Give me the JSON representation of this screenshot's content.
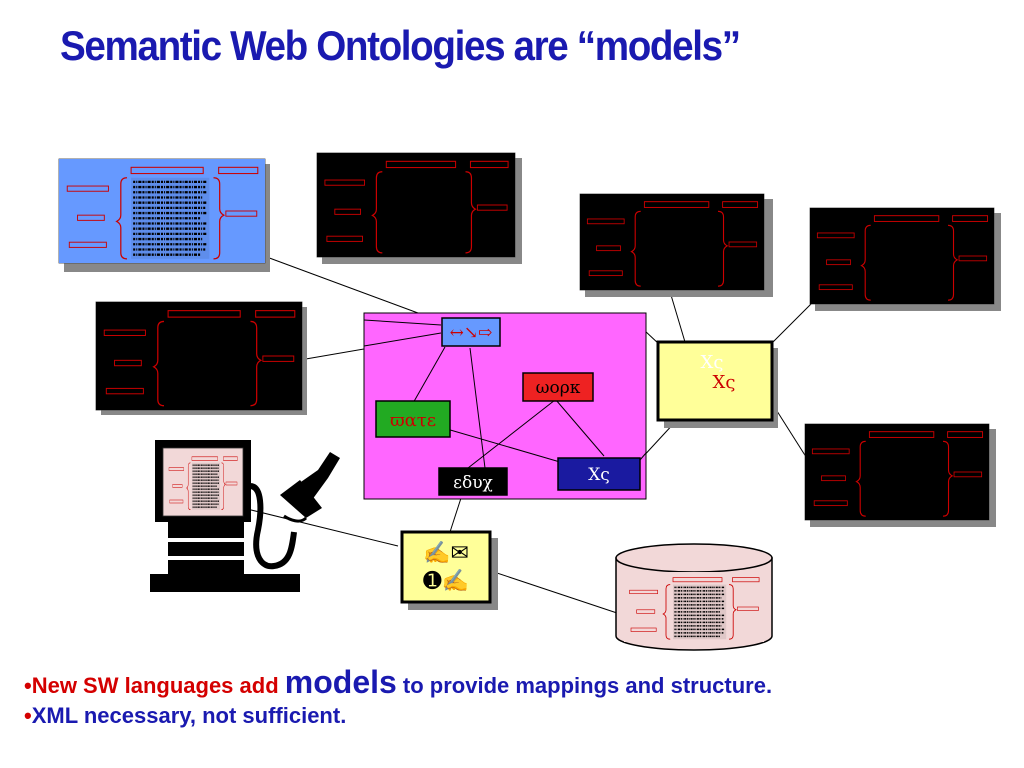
{
  "slide": {
    "title": "Semantic Web Ontologies are “models”",
    "bullets": [
      {
        "marker": "•",
        "before": "New SW languages add",
        "emphasis": "models",
        "after": "to provide mappings and structure."
      },
      {
        "marker": "•",
        "before": "XML necessary, not sufficient.",
        "emphasis": "",
        "after": ""
      }
    ]
  },
  "diagram": {
    "ontology_box": {
      "top_node_glyphs": "↔↘⇨",
      "node_wate": "ϖατε",
      "node_work": "ωορκ",
      "node_educ": "εδυχ",
      "node_xs": "Χς"
    },
    "right_box_labels": [
      "Χς",
      "Χς"
    ],
    "bottom_node_glyphs": [
      "✍✉",
      "➊✍"
    ],
    "colors": {
      "title": "#1a1ab0",
      "ontology_background": "#ff66ff",
      "doc_blue": "#6699ff",
      "doc_red": "#ee2222",
      "doc_yellow": "#ffff99",
      "node_green": "#22aa22",
      "node_red": "#ee2222",
      "node_navy": "#1a1aa0",
      "bullet_text": "#d40000"
    },
    "icons": [
      "xml-document-icon",
      "computer-terminal-icon",
      "gas-pump-nozzle-icon",
      "database-cylinder-icon"
    ]
  }
}
